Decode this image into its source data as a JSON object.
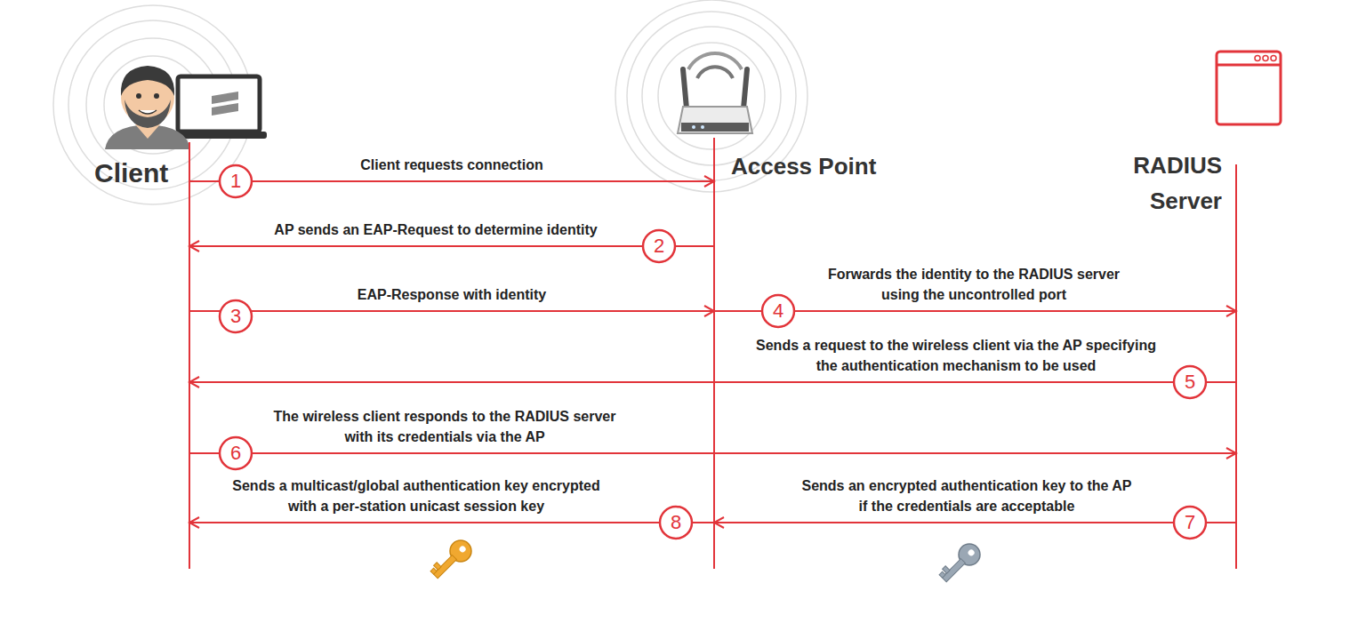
{
  "diagram": {
    "nodes": [
      {
        "text": [
          "Client"
        ]
      },
      {
        "text": [
          "Access Point"
        ]
      },
      {
        "text": [
          "RADIUS Server"
        ]
      },
      {
        "text": [
          "1"
        ]
      },
      {
        "text": [
          "2"
        ]
      },
      {
        "text": [
          "3"
        ]
      },
      {
        "text": [
          "4"
        ]
      },
      {
        "text": [
          "5"
        ]
      },
      {
        "text": [
          "6"
        ]
      },
      {
        "text": [
          "7"
        ]
      },
      {
        "text": [
          "8"
        ]
      }
    ],
    "edges": [
      {
        "from": 0,
        "to": 1,
        "arrow": "to",
        "label": "Client requests connection"
      },
      {
        "from": 1,
        "to": 0,
        "arrow": "to",
        "label": "AP sends an EAP-Request to determine identity"
      },
      {
        "from": 0,
        "to": 1,
        "arrow": "to",
        "label": "EAP-Response with identity"
      },
      {
        "from": 1,
        "to": 2,
        "arrow": "to",
        "label": "Forwards the identity to the RADIUS server using the uncontrolled port"
      },
      {
        "from": 2,
        "to": 0,
        "arrow": "to",
        "label": "Sends a request to the wireless client via the AP specifying the authentication mechanism to be used"
      },
      {
        "from": 0,
        "to": 2,
        "arrow": "to",
        "label": "The wireless client responds to the RADIUS server with its credentials via the AP"
      },
      {
        "from": 2,
        "to": 1,
        "arrow": "to",
        "label": "Sends an encrypted authentication key to the AP if the credentials are acceptable"
      },
      {
        "from": 1,
        "to": 0,
        "arrow": "to",
        "label": "Sends a multicast/global authentication key encrypted with a per-station unicast session key"
      }
    ]
  }
}
